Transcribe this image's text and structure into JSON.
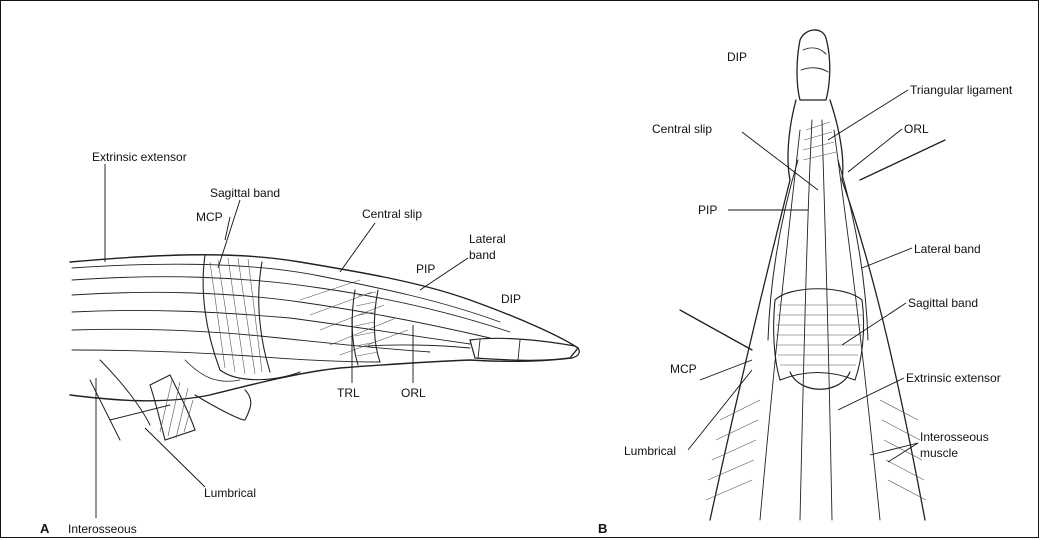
{
  "panel_a": {
    "letter": "A",
    "labels": {
      "extrinsic_extensor": "Extrinsic extensor",
      "sagittal_band": "Sagittal band",
      "mcp": "MCP",
      "central_slip": "Central slip",
      "lateral_band_line1": "Lateral",
      "lateral_band_line2": "band",
      "pip": "PIP",
      "dip": "DIP",
      "trl": "TRL",
      "orl": "ORL",
      "lumbrical": "Lumbrical",
      "interosseous": "Interosseous"
    }
  },
  "panel_b": {
    "letter": "B",
    "labels": {
      "dip": "DIP",
      "triangular_ligament": "Triangular ligament",
      "central_slip": "Central slip",
      "orl": "ORL",
      "pip": "PIP",
      "lateral_band": "Lateral band",
      "sagittal_band": "Sagittal band",
      "mcp": "MCP",
      "extrinsic_extensor": "Extrinsic extensor",
      "lumbrical": "Lumbrical",
      "interosseous_line1": "Interosseous",
      "interosseous_line2": "muscle"
    }
  }
}
